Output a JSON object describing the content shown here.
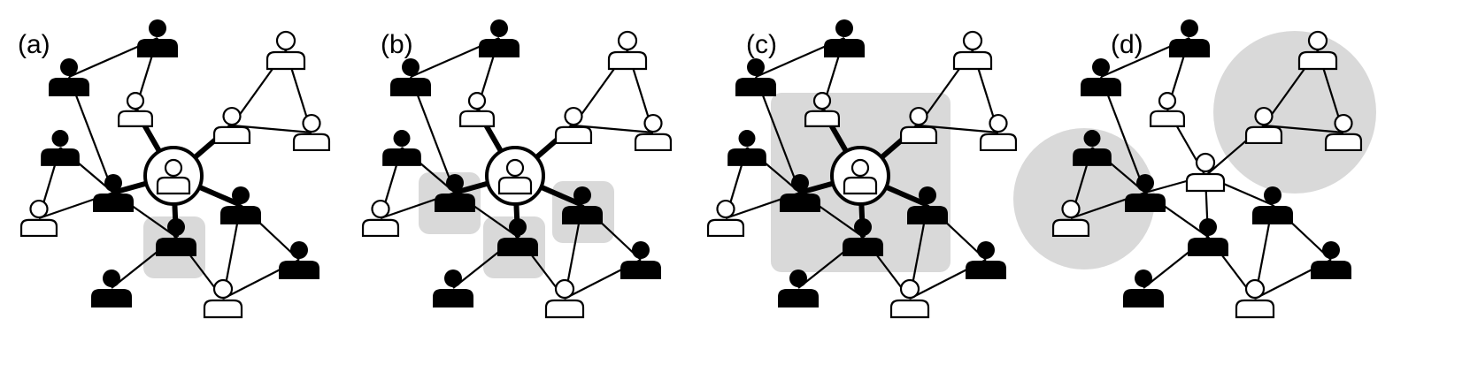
{
  "panels": [
    {
      "label": "(a)"
    },
    {
      "label": "(b)"
    },
    {
      "label": "(c)"
    },
    {
      "label": "(d)"
    }
  ],
  "colors": {
    "ink": "#000000",
    "background": "#ffffff",
    "highlight": "#d9d9d9"
  },
  "icons": {
    "filled_user": "person-filled-icon",
    "outline_user": "person-outline-icon",
    "ego_user": "ego-user-icon"
  }
}
